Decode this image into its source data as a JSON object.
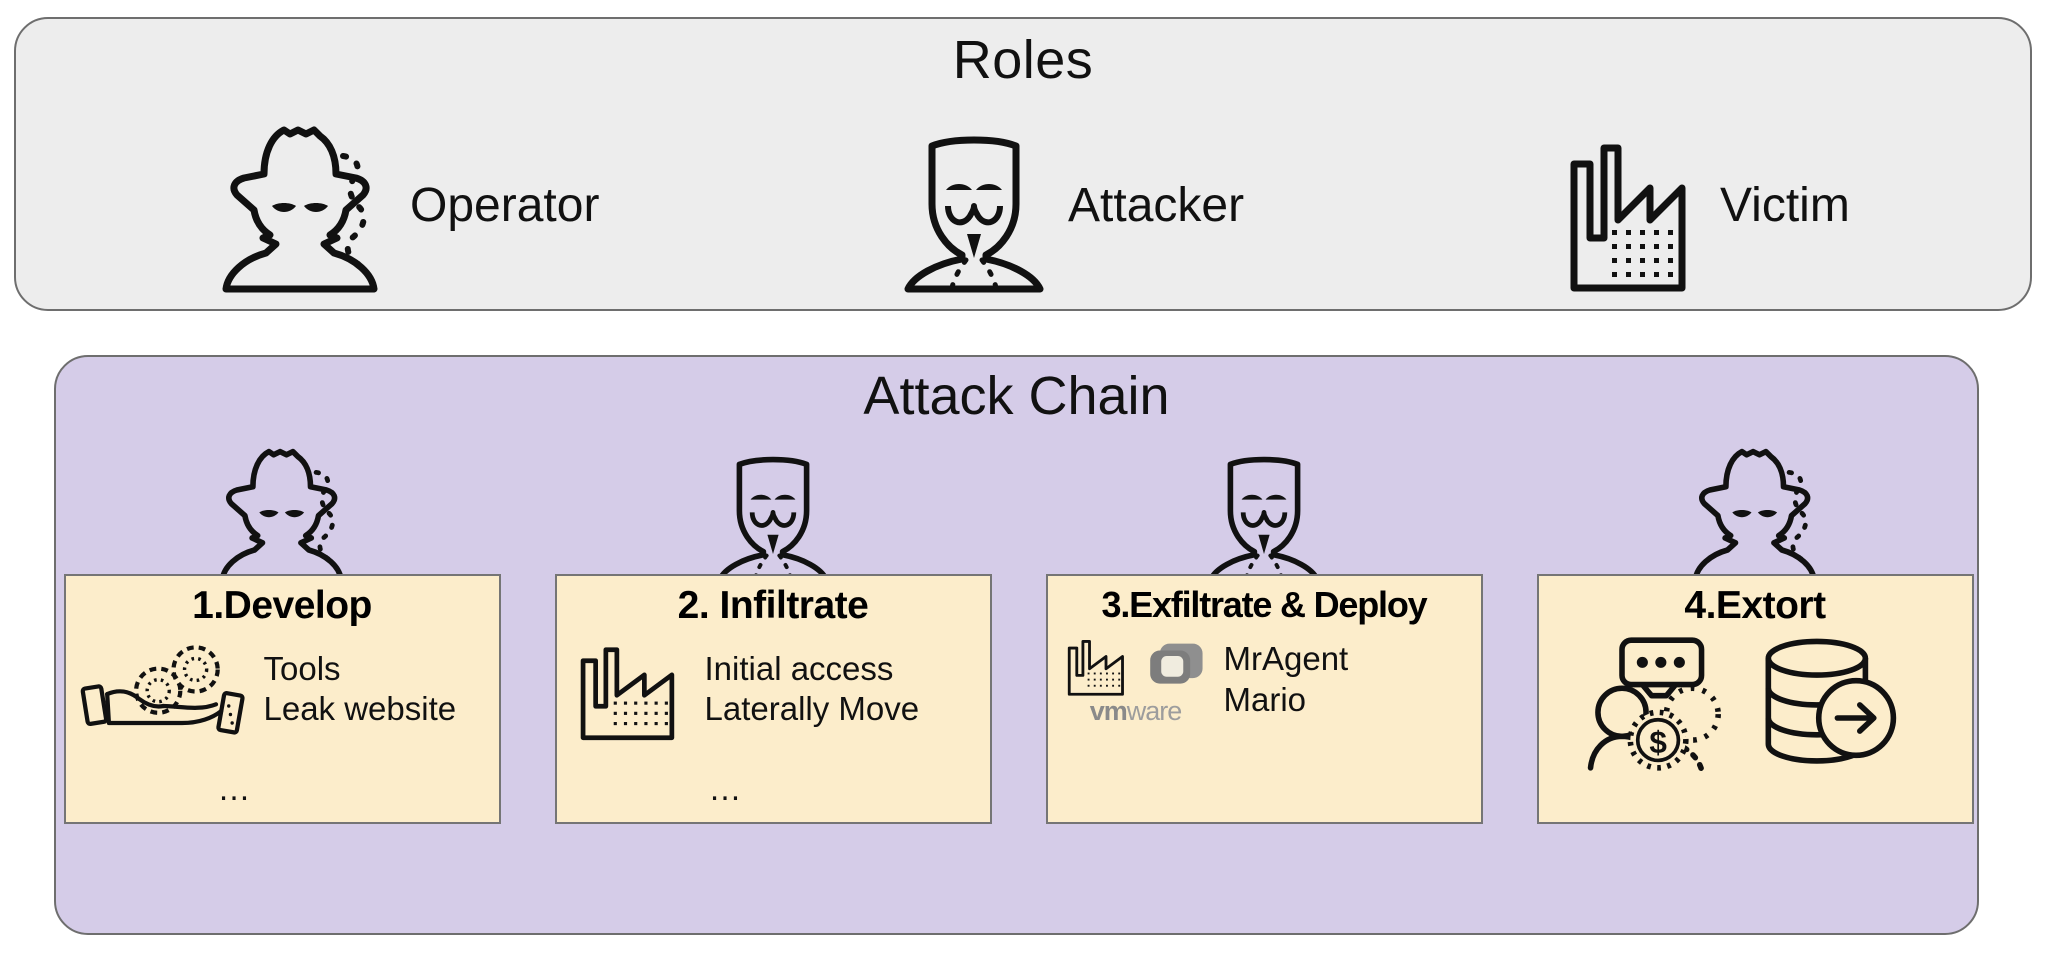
{
  "roles": {
    "title": "Roles",
    "items": [
      {
        "label": "Operator",
        "icon": "spy-hacker-icon"
      },
      {
        "label": "Attacker",
        "icon": "anonymous-mask-icon"
      },
      {
        "label": "Victim",
        "icon": "factory-icon"
      }
    ]
  },
  "attack_chain": {
    "title": "Attack Chain",
    "steps": [
      {
        "avatar_icon": "spy-hacker-icon",
        "title": "1.Develop",
        "icon": "hands-gears-icon",
        "lines": [
          "Tools",
          "Leak website"
        ],
        "ellipsis": "…"
      },
      {
        "avatar_icon": "anonymous-mask-icon",
        "title": "2. Infiltrate",
        "icon": "factory-icon",
        "lines": [
          "Initial access",
          "Laterally Move"
        ],
        "ellipsis": "…"
      },
      {
        "avatar_icon": "anonymous-mask-icon",
        "title": "3.Exfiltrate & Deploy",
        "icon": "factory-icon + vmware-logo",
        "vmware_bold": "vm",
        "vmware_light": "ware",
        "lines": [
          "MrAgent",
          "Mario"
        ],
        "ellipsis": ""
      },
      {
        "avatar_icon": "spy-hacker-icon",
        "title": "4.Extort",
        "icon": "ransom-negotiation-icon + database-arrow-icon",
        "lines": [],
        "ellipsis": ""
      }
    ]
  },
  "colors": {
    "roles_panel_bg": "#ededed",
    "chain_panel_bg": "#d5cce8",
    "card_bg": "#fcedcb",
    "border": "#6e6e6e",
    "text": "#111111",
    "vmware_gray": "#8a8a8a"
  }
}
